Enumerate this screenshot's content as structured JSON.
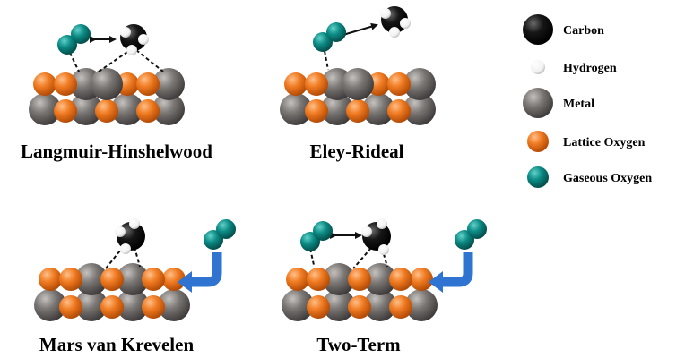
{
  "mechanisms": [
    {
      "name": "Langmuir-Hinshelwood"
    },
    {
      "name": "Eley-Rideal"
    },
    {
      "name": "Mars van Krevelen"
    },
    {
      "name": "Two-Term"
    }
  ],
  "legend": {
    "items": [
      {
        "label": "Carbon",
        "color": "#000000"
      },
      {
        "label": "Hydrogen",
        "color": "#ffffff"
      },
      {
        "label": "Metal",
        "color": "#6e6b69"
      },
      {
        "label": "Lattice Oxygen",
        "color": "#ef7a22"
      },
      {
        "label": "Gaseous Oxygen",
        "color": "#0a8c86"
      }
    ]
  }
}
